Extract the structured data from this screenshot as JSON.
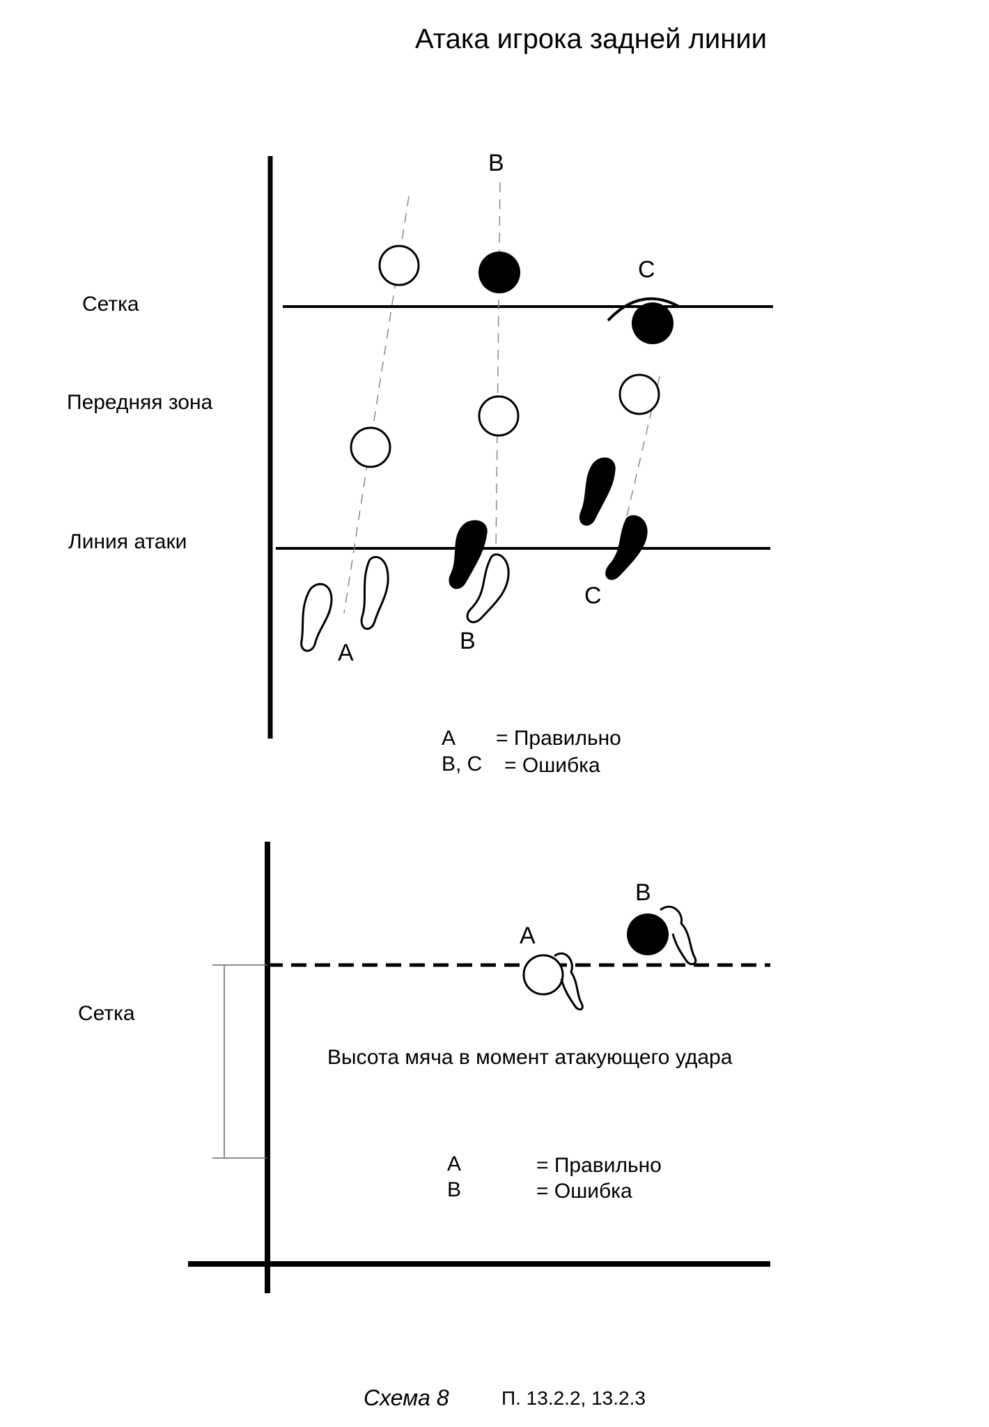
{
  "title": "Атака игрока задней линии",
  "diagram_top": {
    "labels": {
      "net": "Сетка",
      "front_zone": "Передняя зона",
      "attack_line": "Линия атаки"
    },
    "positions": {
      "top_b": "B",
      "net_c": "C",
      "foot_a": "A",
      "foot_b": "B",
      "foot_c": "C"
    },
    "legend": [
      {
        "letters": "A",
        "text": "=  Правильно"
      },
      {
        "letters": "B, C",
        "text": "= Ошибка"
      }
    ]
  },
  "diagram_bottom": {
    "labels": {
      "net": "Сетка",
      "ball_height": "Высота мяча в момент атакующего удара"
    },
    "positions": {
      "ball_a": "A",
      "ball_b": "B"
    },
    "legend": [
      {
        "letters": "A",
        "text": "= Правильно"
      },
      {
        "letters": "B",
        "text": "= Ошибка"
      }
    ]
  },
  "caption": {
    "scheme": "Схема 8",
    "ref": "П. 13.2.2, 13.2.3"
  },
  "colors": {
    "ink": "#000000",
    "paper": "#ffffff",
    "guide": "#8a8a8a"
  }
}
